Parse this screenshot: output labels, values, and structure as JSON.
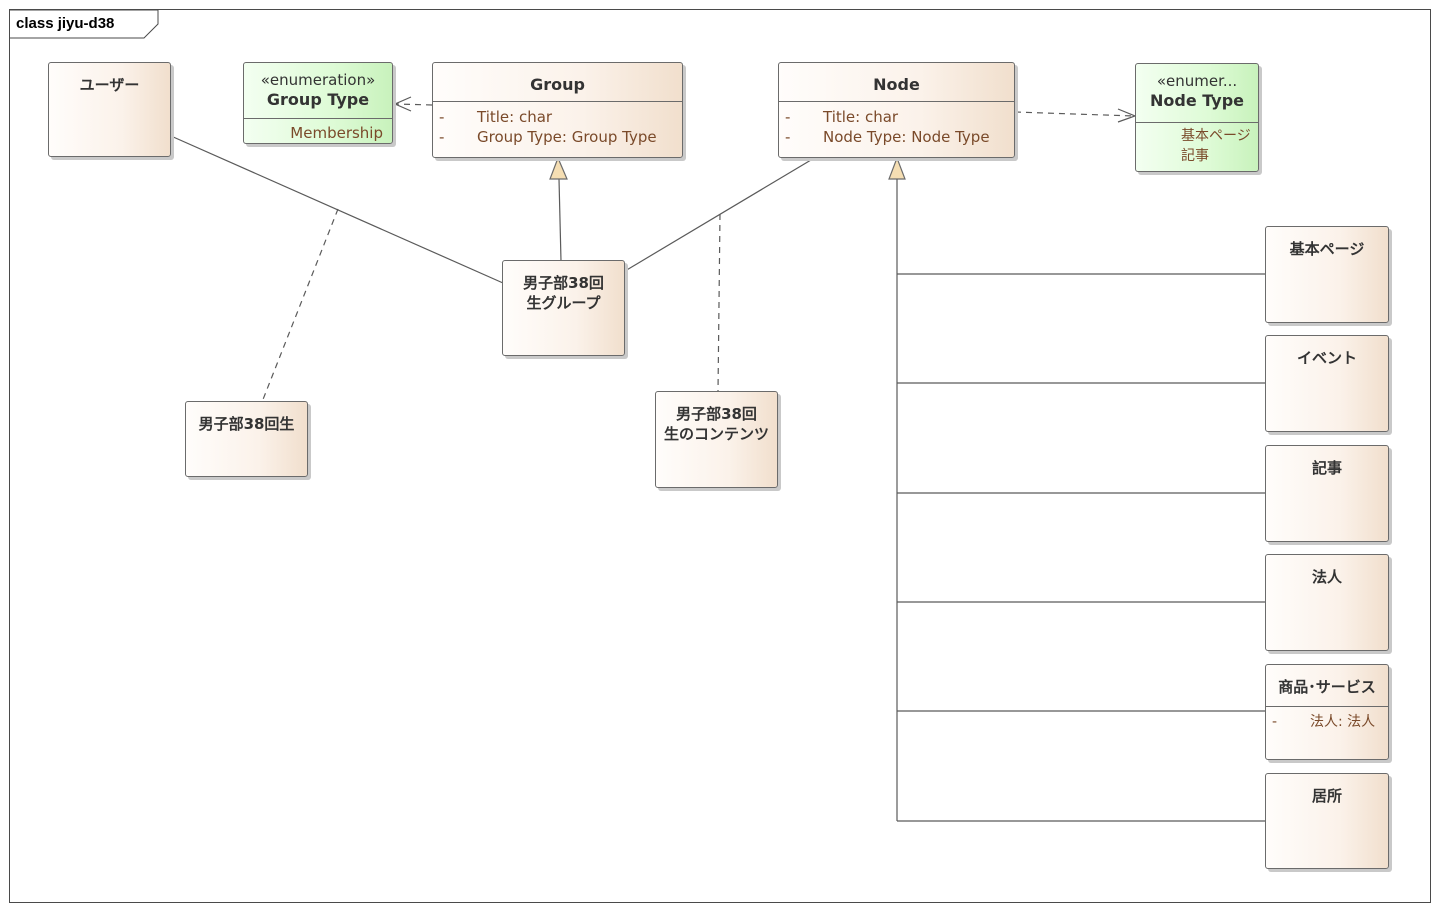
{
  "diagram": {
    "frame_label": "class jiyu-d38"
  },
  "classes": {
    "user": {
      "name": "ユーザー"
    },
    "group_type": {
      "stereotype": "«enumeration»",
      "name": "Group Type",
      "literals": [
        "Membership"
      ]
    },
    "group": {
      "name": "Group",
      "attributes": [
        {
          "visibility": "-",
          "text": "Title: char"
        },
        {
          "visibility": "-",
          "text": "Group Type: Group Type"
        }
      ]
    },
    "node": {
      "name": "Node",
      "attributes": [
        {
          "visibility": "-",
          "text": "Title: char"
        },
        {
          "visibility": "-",
          "text": "Node Type: Node Type"
        }
      ]
    },
    "node_type": {
      "stereotype": "«enumer...",
      "name": "Node Type",
      "literals": [
        "基本ページ",
        "記事"
      ]
    },
    "group38": {
      "name_line1": "男子部38回",
      "name_line2": "生グループ"
    },
    "member38": {
      "name": "男子部38回生"
    },
    "content38": {
      "name_line1": "男子部38回",
      "name_line2": "生のコンテンツ"
    },
    "basic_page": {
      "name": "基本ページ"
    },
    "event": {
      "name": "イベント"
    },
    "article": {
      "name": "記事"
    },
    "corporation": {
      "name": "法人"
    },
    "product_service": {
      "name": "商品･サービス",
      "attributes": [
        {
          "visibility": "-",
          "text": "法人: 法人"
        }
      ]
    },
    "residence": {
      "name": "居所"
    }
  },
  "colors": {
    "class_fill": "#fbf2ea",
    "enum_fill": "#defbd6",
    "border": "#6b6b6b",
    "attribute_text": "#7a4a2a",
    "generalization_arrow_fill": "#f5deb3"
  }
}
